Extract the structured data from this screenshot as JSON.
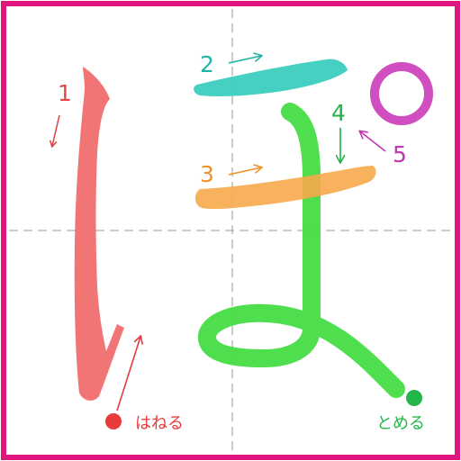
{
  "colors": {
    "frame": "#e0157f",
    "guide": "#9a9a9a",
    "stroke1": "#f06a6a",
    "stroke2": "#3ccdbf",
    "stroke3": "#f7a94a",
    "stroke4": "#44dc44",
    "stroke5": "#d04fc0",
    "hane_dot": "#e83b3b",
    "tome_dot": "#23b64a",
    "num1": "#e04848",
    "num2": "#1fb5a4",
    "num3": "#f0922a",
    "num4": "#22b14a",
    "num5": "#c436b0"
  },
  "strokes": [
    {
      "order": 1,
      "label": "1",
      "arrow": "down-arrow-icon"
    },
    {
      "order": 2,
      "label": "2",
      "arrow": "right-arrow-icon"
    },
    {
      "order": 3,
      "label": "3",
      "arrow": "right-arrow-icon"
    },
    {
      "order": 4,
      "label": "4",
      "arrow": "down-arrow-icon"
    },
    {
      "order": 5,
      "label": "5",
      "arrow": "up-left-arrow-icon"
    }
  ],
  "notes": {
    "hane": "はねる",
    "tome": "とめる"
  }
}
